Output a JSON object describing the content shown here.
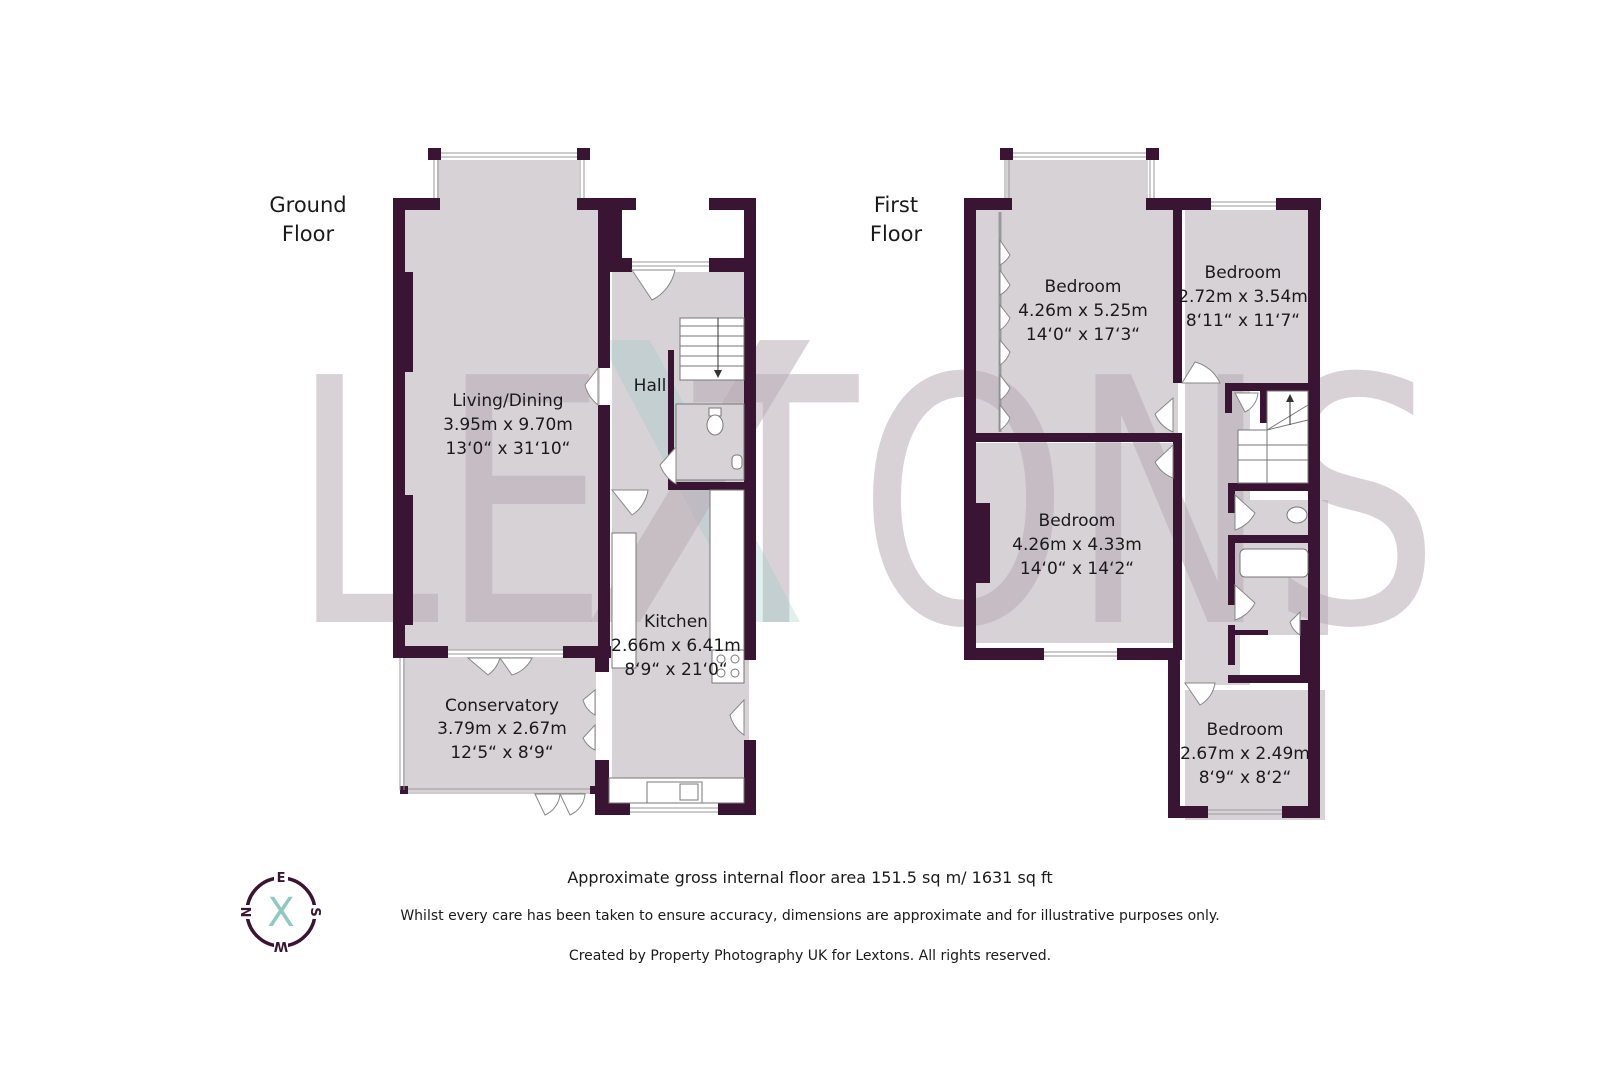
{
  "watermark": {
    "text": "LEXTONS",
    "x_accent_color": "#8fc9c4"
  },
  "colors": {
    "wall": "#3a1533",
    "floor": "#d7d2d6",
    "watermark": "#b9adb6",
    "compass_x": "#8fc9c4"
  },
  "ground_floor": {
    "title_line1": "Ground",
    "title_line2": "Floor",
    "rooms": [
      {
        "name": "Living/Dining",
        "metric": "3.95m x 9.70m",
        "imperial": "13‘0“ x 31‘10“"
      },
      {
        "name": "Hall",
        "metric": "",
        "imperial": ""
      },
      {
        "name": "Kitchen",
        "metric": "2.66m x 6.41m",
        "imperial": "8‘9“ x 21‘0“"
      },
      {
        "name": "Conservatory",
        "metric": "3.79m x 2.67m",
        "imperial": "12‘5“ x 8‘9“"
      }
    ]
  },
  "first_floor": {
    "title_line1": "First",
    "title_line2": "Floor",
    "rooms": [
      {
        "name": "Bedroom",
        "metric": "4.26m x 5.25m",
        "imperial": "14‘0“ x 17‘3“"
      },
      {
        "name": "Bedroom",
        "metric": "2.72m x 3.54m",
        "imperial": "8‘11“ x 11‘7“"
      },
      {
        "name": "Bedroom",
        "metric": "4.26m x 4.33m",
        "imperial": "14‘0“ x 14‘2“"
      },
      {
        "name": "Bedroom",
        "metric": "2.67m x 2.49m",
        "imperial": "8‘9“ x 8‘2“"
      }
    ]
  },
  "compass": {
    "n": "N",
    "e": "E",
    "s": "S",
    "w": "W",
    "center": "X"
  },
  "footer": {
    "area": "Approximate gross internal floor area 151.5 sq m/ 1631 sq ft",
    "disclaimer": "Whilst every care has been taken to ensure accuracy, dimensions are approximate and for illustrative purposes only.",
    "credit": "Created by Property Photography UK for Lextons. All rights reserved."
  }
}
